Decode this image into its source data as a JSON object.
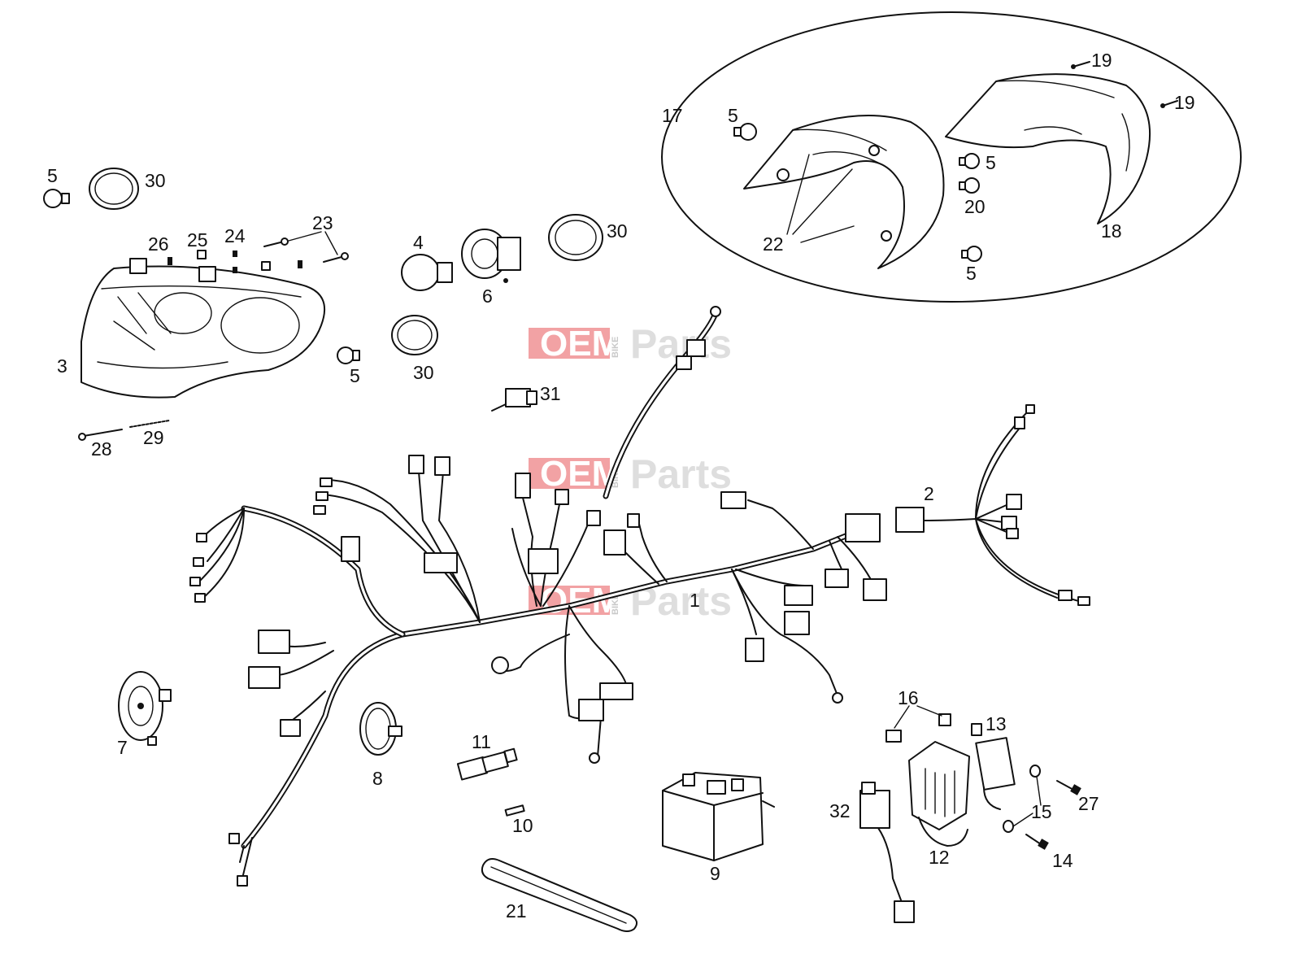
{
  "watermark": {
    "brand_a": "OEM",
    "brand_small": "BIKE",
    "brand_b": "Parts"
  },
  "callouts": [
    {
      "id": "c1",
      "text": "1"
    },
    {
      "id": "c2",
      "text": "2"
    },
    {
      "id": "c3",
      "text": "3"
    },
    {
      "id": "c4",
      "text": "4"
    },
    {
      "id": "c5a",
      "text": "5"
    },
    {
      "id": "c5b",
      "text": "5"
    },
    {
      "id": "c5c",
      "text": "5"
    },
    {
      "id": "c5d",
      "text": "5"
    },
    {
      "id": "c5e",
      "text": "5"
    },
    {
      "id": "c6",
      "text": "6"
    },
    {
      "id": "c7",
      "text": "7"
    },
    {
      "id": "c8",
      "text": "8"
    },
    {
      "id": "c9",
      "text": "9"
    },
    {
      "id": "c10",
      "text": "10"
    },
    {
      "id": "c11",
      "text": "11"
    },
    {
      "id": "c12",
      "text": "12"
    },
    {
      "id": "c13",
      "text": "13"
    },
    {
      "id": "c14",
      "text": "14"
    },
    {
      "id": "c15",
      "text": "15"
    },
    {
      "id": "c16",
      "text": "16"
    },
    {
      "id": "c17",
      "text": "17"
    },
    {
      "id": "c18",
      "text": "18"
    },
    {
      "id": "c19a",
      "text": "19"
    },
    {
      "id": "c19b",
      "text": "19"
    },
    {
      "id": "c20",
      "text": "20"
    },
    {
      "id": "c21",
      "text": "21"
    },
    {
      "id": "c22",
      "text": "22"
    },
    {
      "id": "c23",
      "text": "23"
    },
    {
      "id": "c24",
      "text": "24"
    },
    {
      "id": "c25",
      "text": "25"
    },
    {
      "id": "c26",
      "text": "26"
    },
    {
      "id": "c27",
      "text": "27"
    },
    {
      "id": "c28",
      "text": "28"
    },
    {
      "id": "c29",
      "text": "29"
    },
    {
      "id": "c30a",
      "text": "30"
    },
    {
      "id": "c30b",
      "text": "30"
    },
    {
      "id": "c30c",
      "text": "30"
    },
    {
      "id": "c31",
      "text": "31"
    },
    {
      "id": "c32",
      "text": "32"
    }
  ]
}
